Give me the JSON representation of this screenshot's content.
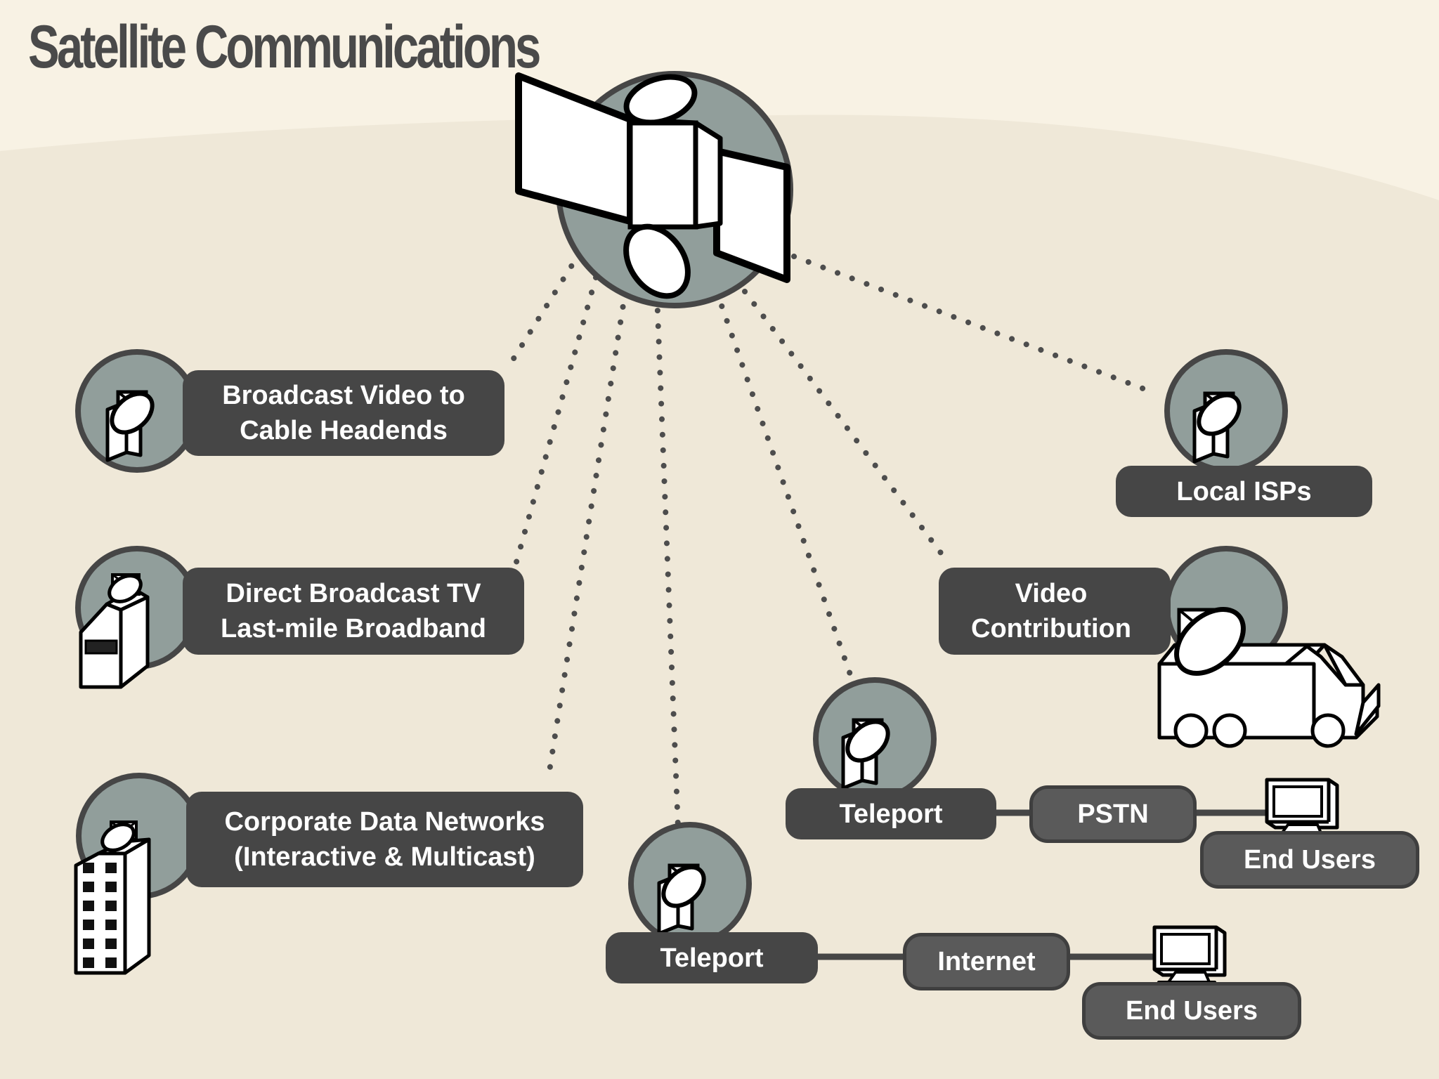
{
  "title": "Satellite Communications",
  "colors": {
    "background_lower": "#efe8d8",
    "background_upper": "#f8f2e4",
    "pill_dark": "#464646",
    "pill_mid": "#5a5a5a",
    "circle_fill": "#919e9b",
    "circle_stroke": "#464646",
    "dots": "#4d4d4d",
    "text": "#ffffff"
  },
  "nodes": {
    "broadcast_video": {
      "lines": [
        "Broadcast Video to",
        "Cable Headends"
      ],
      "icon": "satellite-dish-icon"
    },
    "direct_broadcast": {
      "lines": [
        "Direct Broadcast TV",
        "Last-mile Broadband"
      ],
      "icon": "house-dish-icon"
    },
    "corporate_data": {
      "lines": [
        "Corporate Data Networks",
        "(Interactive & Multicast)"
      ],
      "icon": "office-building-dish-icon"
    },
    "local_isps": {
      "lines": [
        "Local ISPs"
      ],
      "icon": "satellite-dish-icon"
    },
    "video_contribution": {
      "lines": [
        "Video",
        "Contribution"
      ],
      "icon": "broadcast-truck-icon"
    },
    "teleport_upper": {
      "lines": [
        "Teleport"
      ],
      "icon": "satellite-dish-icon"
    },
    "teleport_lower": {
      "lines": [
        "Teleport"
      ],
      "icon": "satellite-dish-icon"
    },
    "pstn": {
      "lines": [
        "PSTN"
      ]
    },
    "internet": {
      "lines": [
        "Internet"
      ]
    },
    "end_users_upper": {
      "lines": [
        "End Users"
      ],
      "icon": "computer-monitor-icon"
    },
    "end_users_lower": {
      "lines": [
        "End Users"
      ],
      "icon": "computer-monitor-icon"
    }
  }
}
